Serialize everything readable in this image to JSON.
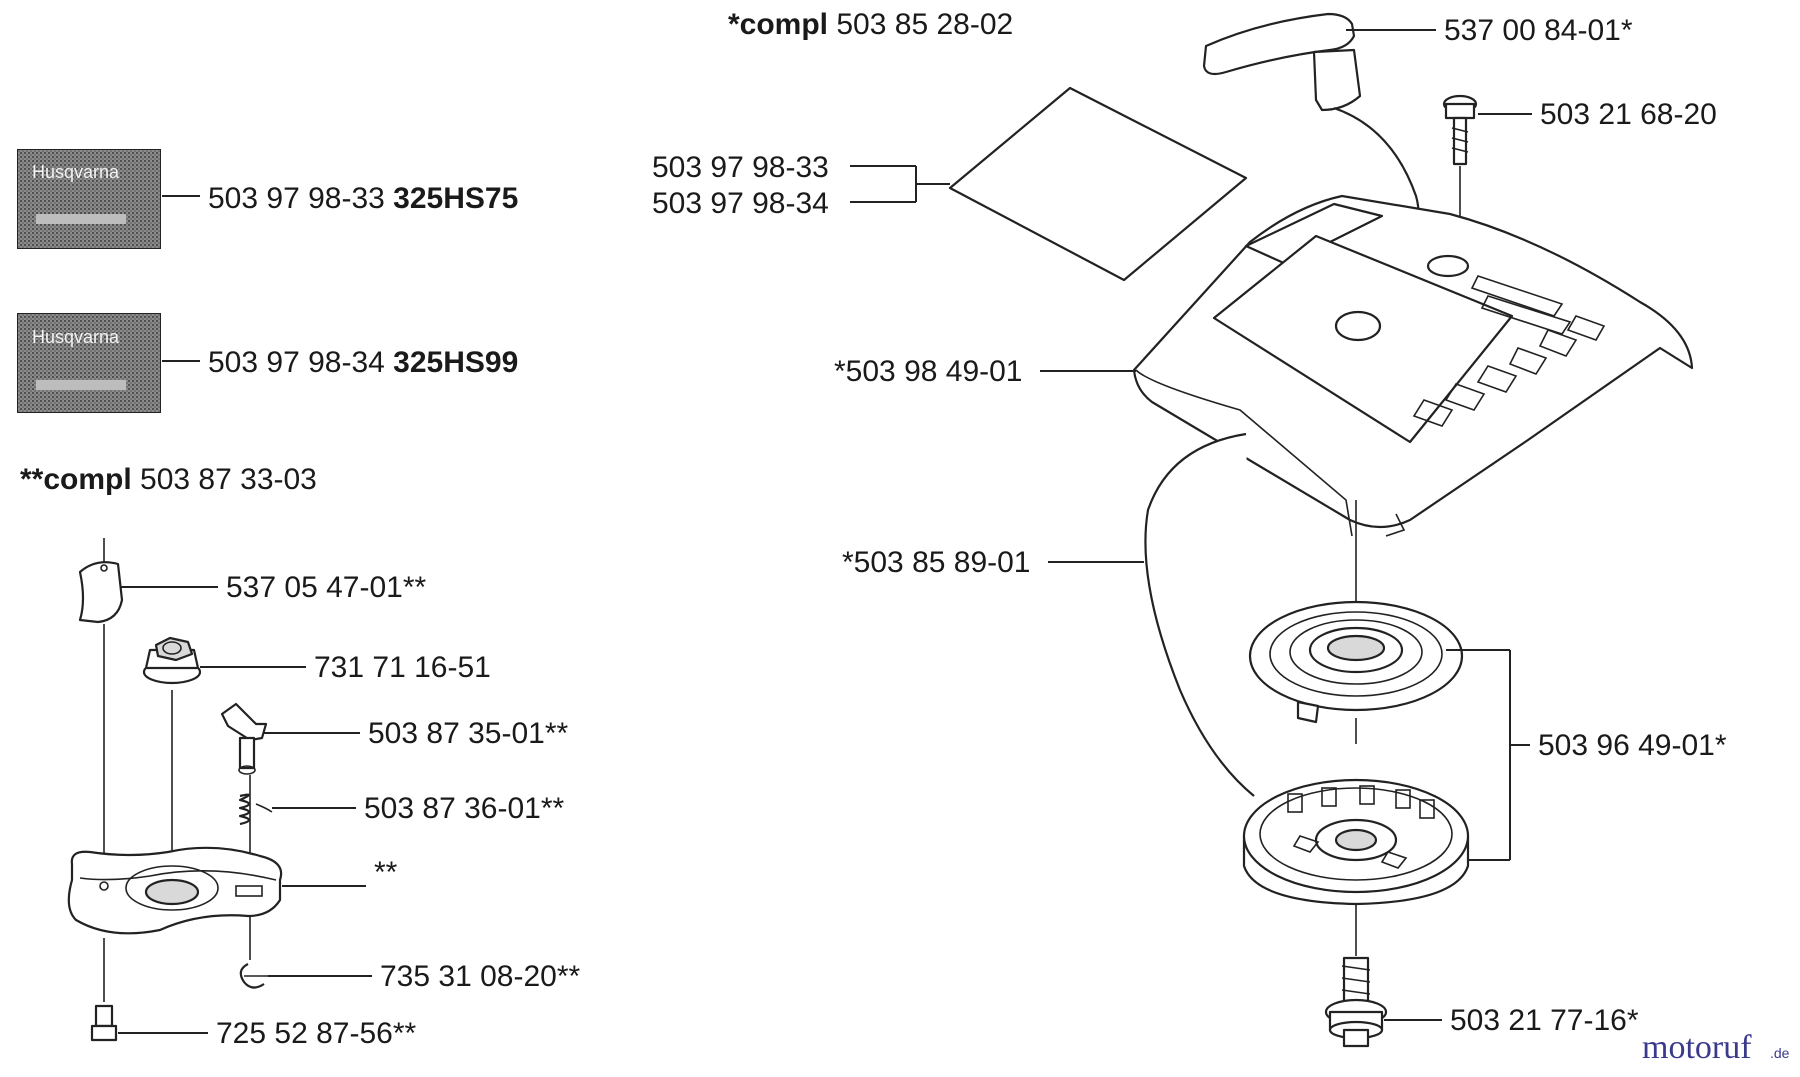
{
  "headers": {
    "compl_main_prefix": "*compl",
    "compl_main_number": "503 85 28-02",
    "compl_sub_prefix": "**compl",
    "compl_sub_number": "503 87 33-03"
  },
  "decals": [
    {
      "brand": "Husqvarna",
      "part_number": "503 97 98-33",
      "model": "325HS75"
    },
    {
      "brand": "Husqvarna",
      "part_number": "503 97 98-34",
      "model": "325HS99"
    }
  ],
  "left_assembly_parts": [
    "537 05 47-01**",
    "731 71 16-51",
    "503 87 35-01**",
    "503 87 36-01**",
    "**",
    "735 31 08-20**",
    "725 52 87-56**"
  ],
  "right_assembly_parts": {
    "handle": "537 00 84-01*",
    "screw_top": "503 21 68-20",
    "decal_a": "503 97 98-33",
    "decal_b": "503 97 98-34",
    "cover": "*503 98 49-01",
    "cord": "*503 85 89-01",
    "spring_pulley": "503 96 49-01*",
    "screw_bottom": "503 21 77-16*"
  },
  "watermark": {
    "text": "motoruf",
    "suffix": ".de",
    "color": "#3a3a8c"
  }
}
